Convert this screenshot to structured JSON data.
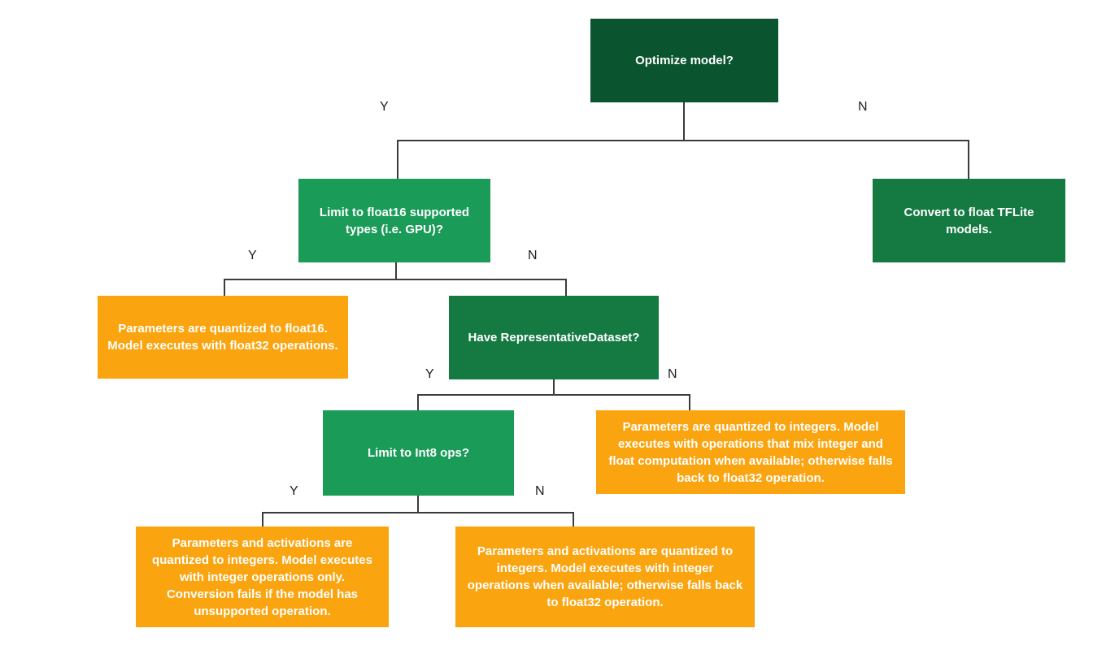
{
  "diagram": {
    "type": "flowchart",
    "background": "#FFFFFF",
    "colors": {
      "dark_green": "#0A5430",
      "mid_green": "#157942",
      "bright_green": "#1A9B58",
      "orange": "#FAA40F",
      "edge": "#3B3B3B",
      "edge_label": "#212121",
      "node_text": "#FFFFFF"
    },
    "edge_labels": {
      "yes": "Y",
      "no": "N"
    },
    "nodes": {
      "optimize": {
        "label": "Optimize model?"
      },
      "limit_float16": {
        "label": "Limit to float16 supported types (i.e. GPU)?"
      },
      "convert_float": {
        "label": "Convert to float TFLite models."
      },
      "float16_result": {
        "label": "Parameters are quantized to float16. Model executes with float32 operations."
      },
      "have_representative_dataset": {
        "label": "Have RepresentativeDataset?"
      },
      "mixed_result": {
        "label": "Parameters are quantized to integers. Model executes with operations that mix integer and float computation when available; otherwise falls back to float32 operation."
      },
      "limit_int8": {
        "label": "Limit to Int8 ops?"
      },
      "int8_only_result": {
        "label": "Parameters and activations are quantized to integers. Model executes with integer operations only. Conversion fails if the model has unsupported operation."
      },
      "int8_fallback_result": {
        "label": "Parameters and activations are quantized to integers. Model executes with integer operations when available; otherwise falls back to float32 operation."
      }
    }
  }
}
